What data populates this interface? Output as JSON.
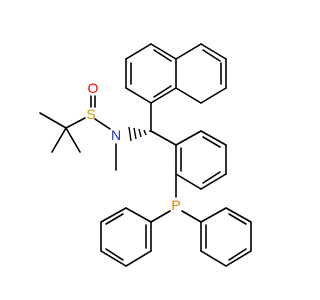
{
  "molecule": {
    "atoms": {
      "oxygen": {
        "label": "O",
        "color": "#ff0000"
      },
      "sulfur": {
        "label": "S",
        "color": "#c8a000"
      },
      "nitrogen": {
        "label": "N",
        "color": "#2233cc"
      },
      "phosphorus": {
        "label": "P",
        "color": "#e08000"
      }
    },
    "colors": {
      "bond": "#000000",
      "background": "#ffffff"
    }
  }
}
